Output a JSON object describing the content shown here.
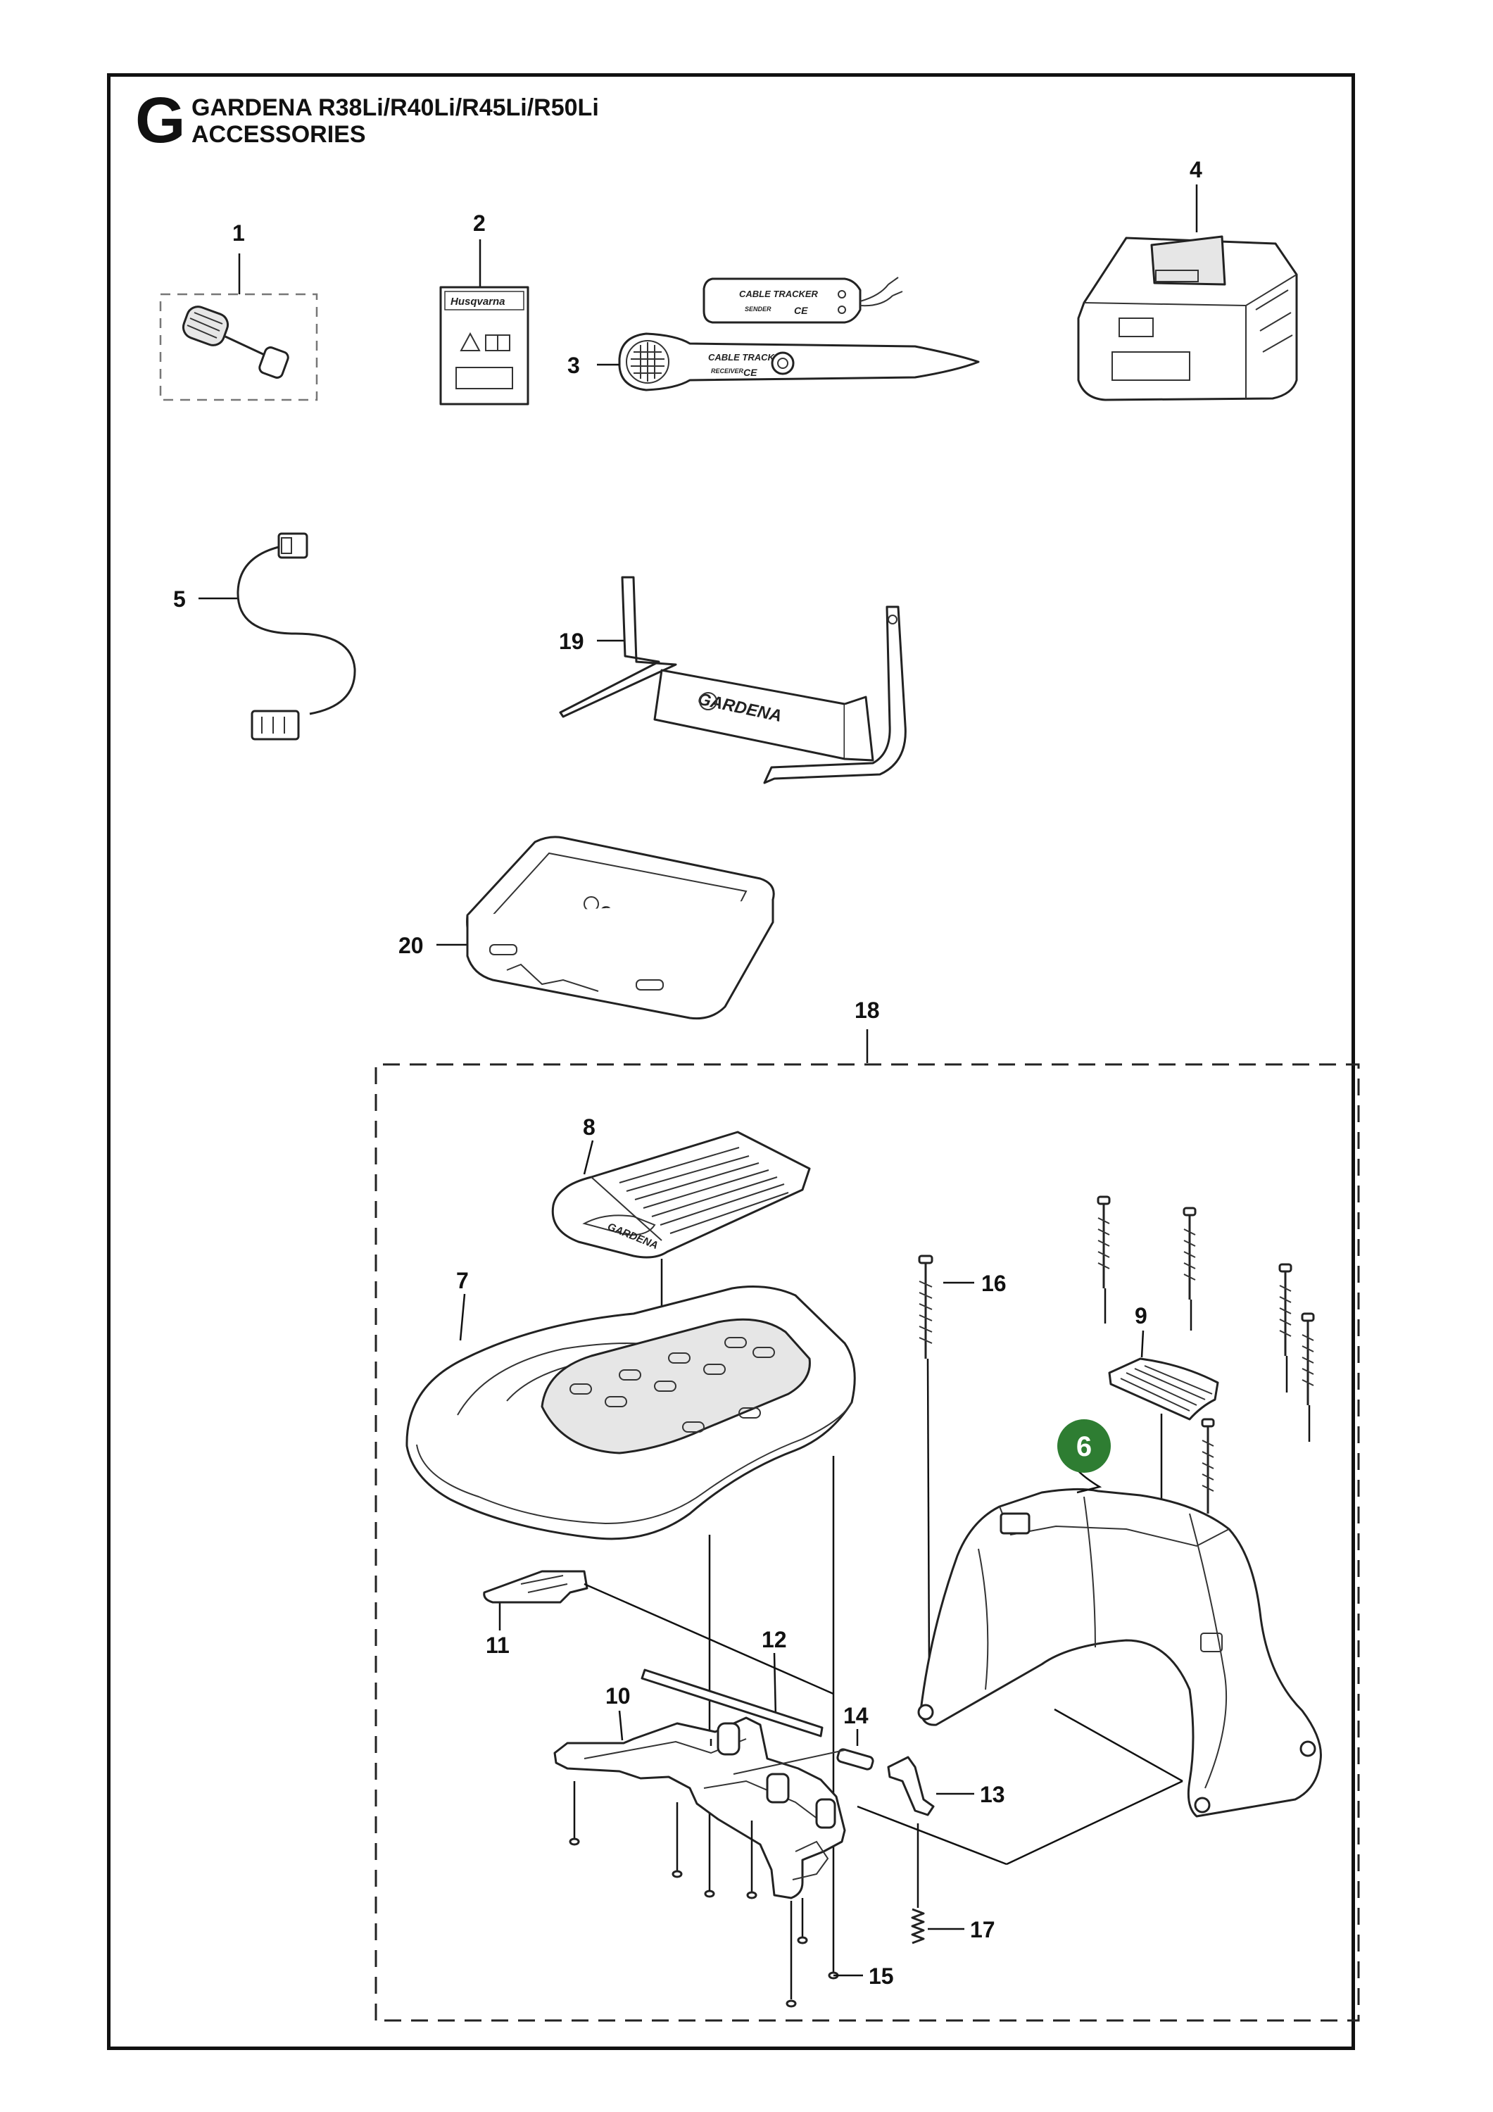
{
  "header": {
    "section_letter": "G",
    "model_line": "GARDENA  R38Li/R40Li/R45Li/R50Li",
    "subtitle": "ACCESSORIES"
  },
  "markings": {
    "brand_label_manual": "Husqvarna",
    "cable_tracker_label": "CABLE TRACKER",
    "sender_label": "SENDER",
    "receiver_label": "RECEIVER",
    "ce_mark": "CE",
    "gardena_logo_text": "GARDENA"
  },
  "callouts": [
    "1",
    "2",
    "3",
    "4",
    "5",
    "6",
    "7",
    "8",
    "9",
    "10",
    "11",
    "12",
    "13",
    "14",
    "15",
    "16",
    "17",
    "18",
    "19",
    "20"
  ],
  "highlight": {
    "callout": "6",
    "color": "#2e7d32"
  },
  "colors": {
    "line": "#111111",
    "panel_shade": "#e6e6e6"
  }
}
